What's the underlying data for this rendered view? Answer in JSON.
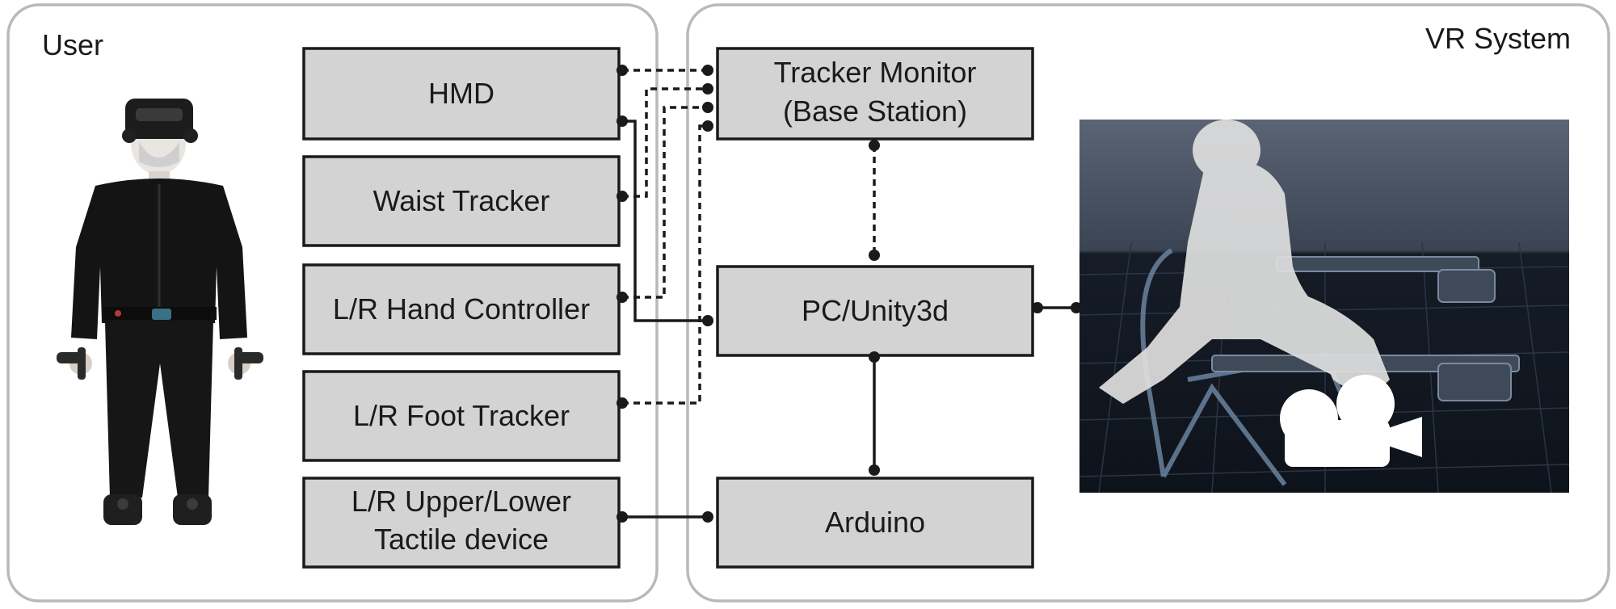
{
  "groups": {
    "user": {
      "label": "User"
    },
    "vr_system": {
      "label": "VR System"
    }
  },
  "nodes": {
    "hmd": {
      "lines": [
        "HMD"
      ]
    },
    "waist_tracker": {
      "lines": [
        "Waist Tracker"
      ]
    },
    "hand_controller": {
      "lines": [
        "L/R Hand Controller"
      ]
    },
    "foot_tracker": {
      "lines": [
        "L/R Foot Tracker"
      ]
    },
    "tactile_device": {
      "lines": [
        "L/R Upper/Lower",
        "Tactile device"
      ]
    },
    "tracker_monitor": {
      "lines": [
        "Tracker Monitor",
        "(Base Station)"
      ]
    },
    "pc_unity": {
      "lines": [
        "PC/Unity3d"
      ]
    },
    "arduino": {
      "lines": [
        "Arduino"
      ]
    }
  },
  "edges": [
    {
      "from": "hmd",
      "to": "tracker_monitor",
      "style": "dashed"
    },
    {
      "from": "waist_tracker",
      "to": "tracker_monitor",
      "style": "dashed"
    },
    {
      "from": "hand_controller",
      "to": "tracker_monitor",
      "style": "dashed"
    },
    {
      "from": "foot_tracker",
      "to": "tracker_monitor",
      "style": "dashed"
    },
    {
      "from": "hmd",
      "to": "pc_unity",
      "style": "solid"
    },
    {
      "from": "tracker_monitor",
      "to": "pc_unity",
      "style": "dashed"
    },
    {
      "from": "pc_unity",
      "to": "arduino",
      "style": "solid"
    },
    {
      "from": "tactile_device",
      "to": "arduino",
      "style": "solid"
    },
    {
      "from": "pc_unity",
      "to": "vr_scene",
      "style": "solid"
    }
  ],
  "images": {
    "user_photo": {
      "description_icon": "person-with-hmd-icon"
    },
    "vr_scene": {
      "description_icon": "vr-avatar-scene-icon"
    }
  },
  "colors": {
    "box_fill": "#d3d3d3",
    "box_stroke": "#1a1a1a",
    "group_stroke": "#b9b9b9",
    "scene_bg": "#1e2736"
  }
}
